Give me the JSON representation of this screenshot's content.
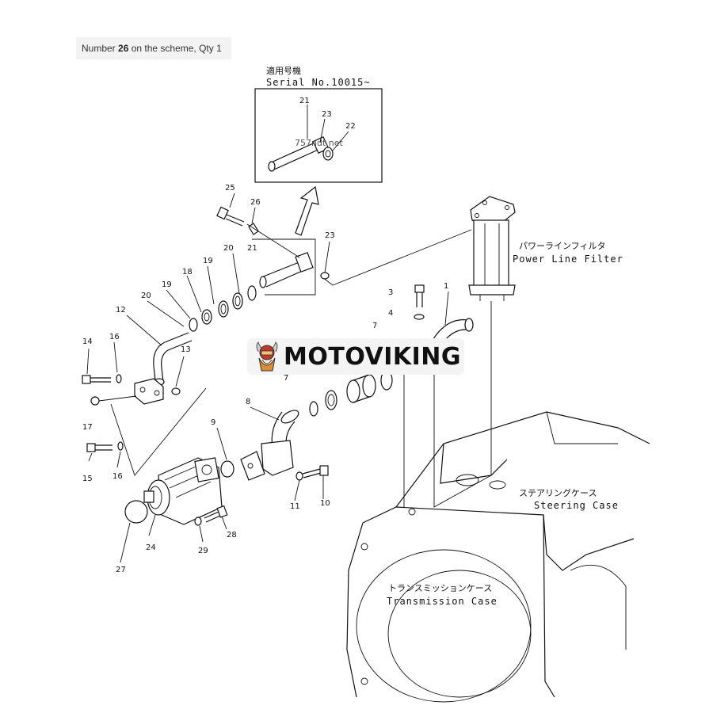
{
  "caption": {
    "prefix": "Number ",
    "number": "26",
    "suffix": " on the scheme, Qty 1"
  },
  "brand": {
    "name": "MOTOVIKING"
  },
  "inset": {
    "title_jp": "適用号機",
    "serial": "Serial No.10015~",
    "watermark": "757ndt.net"
  },
  "labels": {
    "power_line_filter_jp": "パワーラインフィルタ",
    "power_line_filter": "Power Line Filter",
    "steering_case_jp": "ステアリングケース",
    "steering_case": "Steering Case",
    "transmission_case_jp": "トランスミッションケース",
    "transmission_case": "Transmission Case"
  },
  "callouts": [
    "1",
    "3",
    "4",
    "7",
    "7",
    "8",
    "9",
    "10",
    "11",
    "12",
    "13",
    "14",
    "15",
    "16",
    "16",
    "17",
    "18",
    "19",
    "19",
    "20",
    "20",
    "21",
    "21",
    "22",
    "23",
    "23",
    "24",
    "25",
    "26",
    "27",
    "28",
    "29"
  ]
}
